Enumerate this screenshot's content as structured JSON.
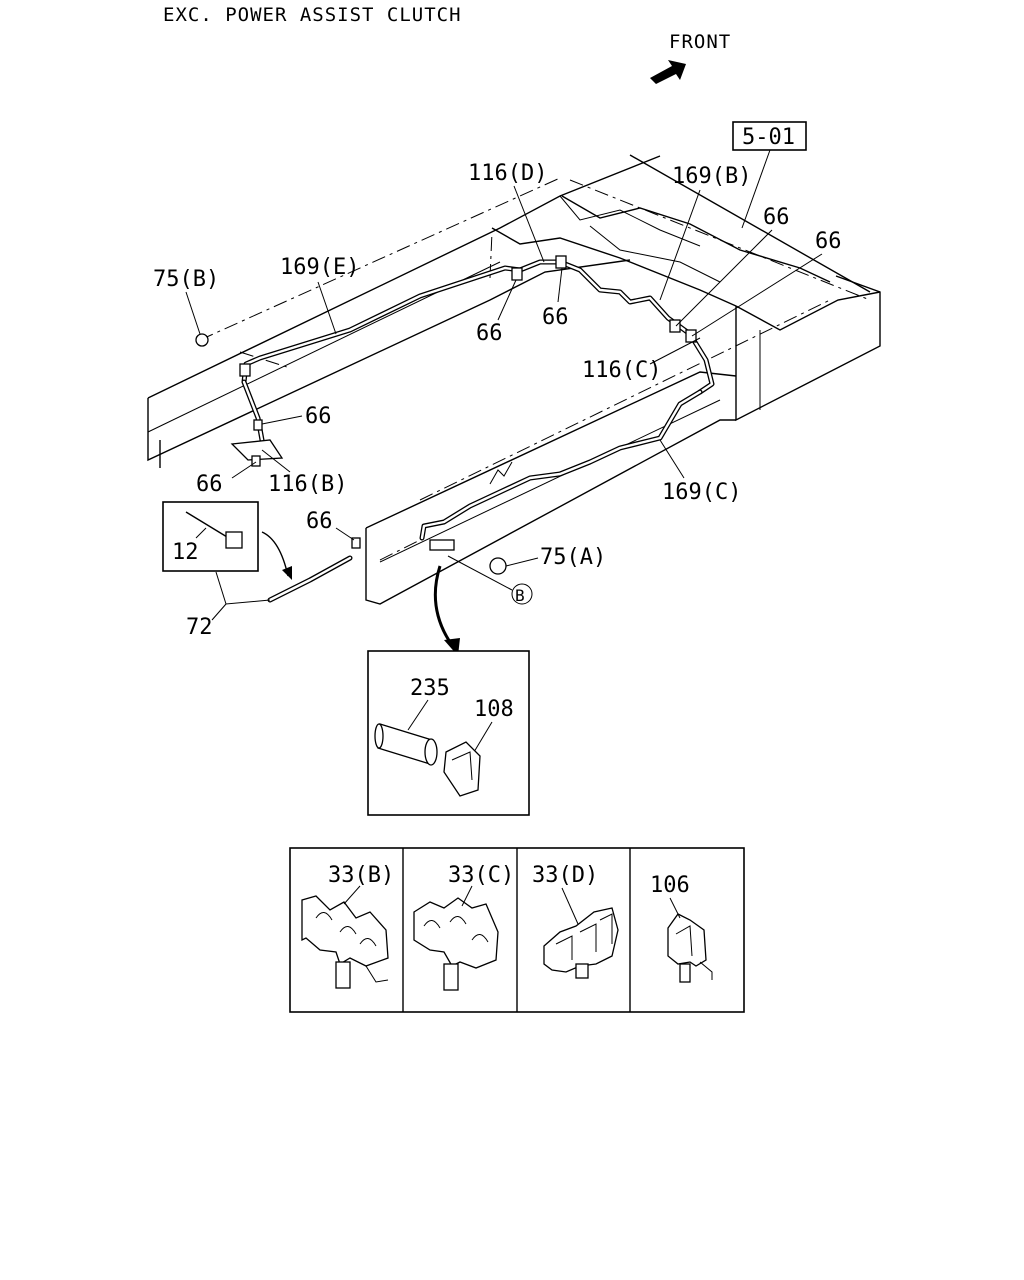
{
  "header": {
    "title": "EXC. POWER ASSIST CLUTCH",
    "front_label": "FRONT"
  },
  "diagram": {
    "ref_box": "5-01",
    "callouts": {
      "l_116d": "116(D)",
      "l_169b": "169(B)",
      "l_66_a": "66",
      "l_66_b": "66",
      "l_75b": "75(B)",
      "l_169e": "169(E)",
      "l_66_c": "66",
      "l_66_d": "66",
      "l_116c": "116(C)",
      "l_66_e": "66",
      "l_66_f": "66",
      "l_116b": "116(B)",
      "l_169c": "169(C)",
      "l_66_g": "66",
      "l_12": "12",
      "l_72": "72",
      "l_75a": "75(A)",
      "l_b": "B",
      "l_235": "235",
      "l_108": "108"
    },
    "clips": [
      {
        "label": "33(B)"
      },
      {
        "label": "33(C)"
      },
      {
        "label": "33(D)"
      },
      {
        "label": "106"
      }
    ]
  },
  "colors": {
    "ink": "#000000",
    "paper": "#ffffff"
  }
}
